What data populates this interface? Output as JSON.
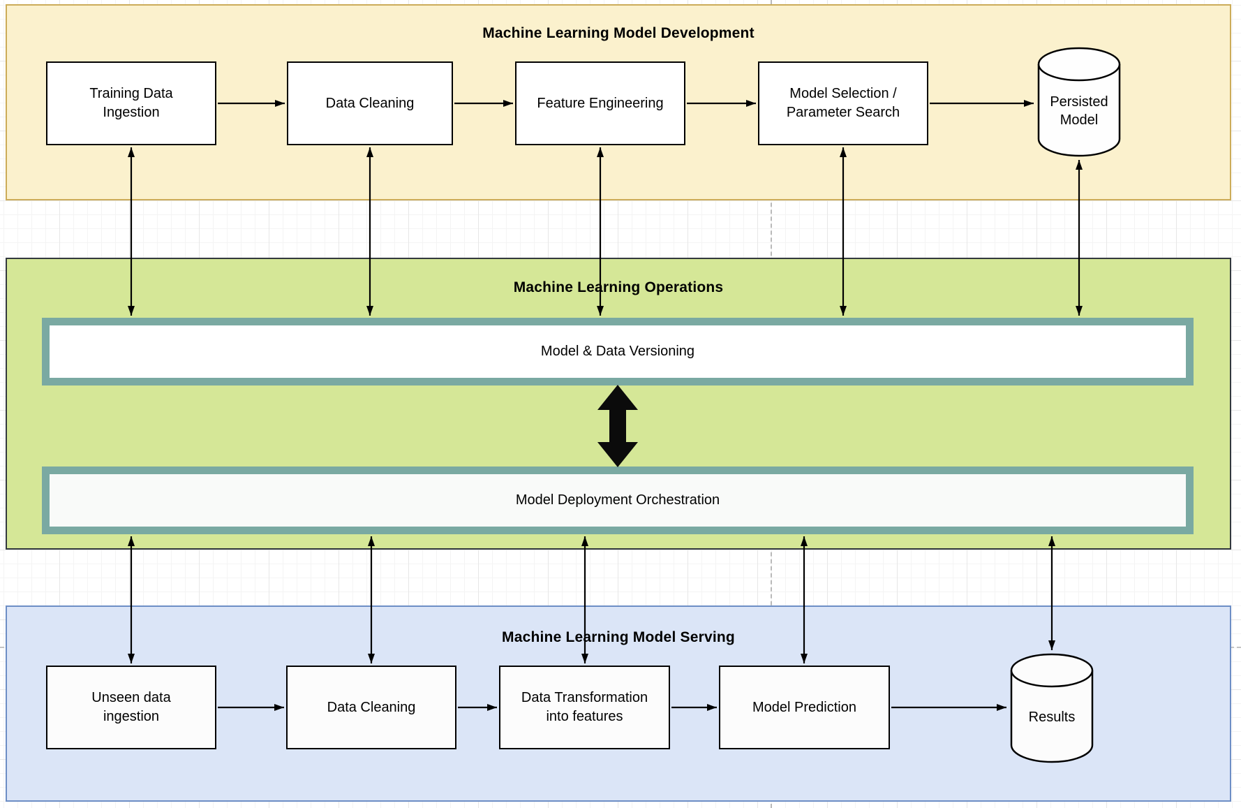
{
  "diagram": {
    "type": "mlops-architecture-flowchart",
    "colors": {
      "development_fill": "#fbf1cd",
      "development_border": "#ccac59",
      "operations_fill": "#d5e797",
      "operations_border": "#33393e",
      "serving_fill": "#dbe5f7",
      "serving_border": "#6d8ec5",
      "bar_frame": "#7aa9a2",
      "node_fill": "#ffffff",
      "node_border": "#000000",
      "arrow": "#000000",
      "grid_minor": "#f4f4f4",
      "grid_major": "#e7e7e7",
      "page_boundary_dash": "#b9b9b9"
    }
  },
  "development": {
    "title": "Machine Learning Model Development",
    "boxes": [
      {
        "label": "Training Data\nIngestion"
      },
      {
        "label": "Data Cleaning"
      },
      {
        "label": "Feature Engineering"
      },
      {
        "label": "Model Selection /\nParameter Search"
      }
    ],
    "datastore": {
      "label": "Persisted\nModel"
    }
  },
  "operations": {
    "title": "Machine Learning Operations",
    "bars": [
      {
        "label": "Model & Data Versioning"
      },
      {
        "label": "Model Deployment Orchestration"
      }
    ]
  },
  "serving": {
    "title": "Machine Learning Model Serving",
    "boxes": [
      {
        "label": "Unseen data\ningestion"
      },
      {
        "label": "Data Cleaning"
      },
      {
        "label": "Data Transformation\ninto features"
      },
      {
        "label": "Model Prediction"
      }
    ],
    "datastore": {
      "label": "Results"
    }
  }
}
